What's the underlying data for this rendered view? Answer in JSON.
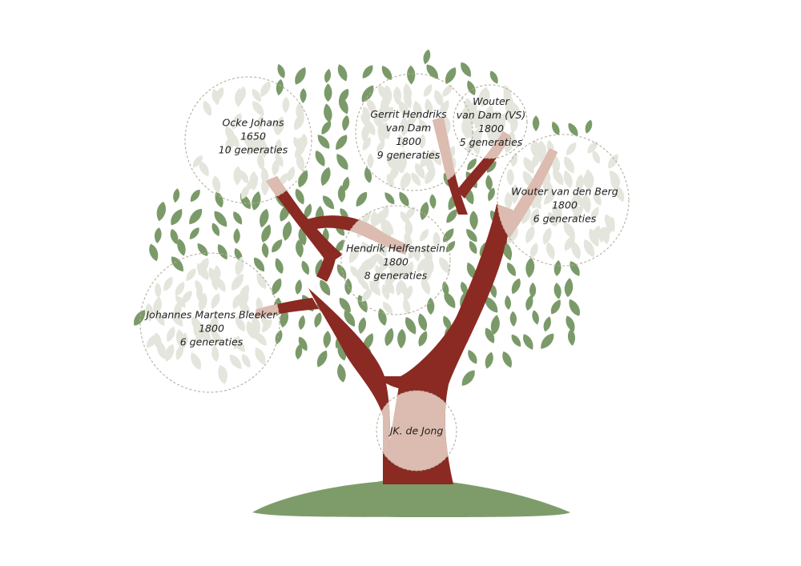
{
  "colors": {
    "trunk": "#8a2a22",
    "highlight": "#dcbcb0",
    "leaf": "#7b9a69",
    "leaf_faded": "#e4e5dc",
    "ground": "#7e9c6a",
    "circle_border": "#b4ae9c",
    "text": "#1e1e1e"
  },
  "icons": {
    "leaf": "leaf-icon",
    "ground": "ground-hill",
    "trunk": "tree-trunk"
  },
  "nodes": [
    {
      "id": "ocke-johans",
      "name": "Ocke Johans",
      "year": "1650",
      "generations": "10 generaties"
    },
    {
      "id": "gerrit-hendriks-van-dam",
      "name_line1": "Gerrit Hendriks",
      "name_line2": "van Dam",
      "year": "1800",
      "generations": "9 generaties"
    },
    {
      "id": "wouter-van-dam",
      "name_line1": "Wouter",
      "name_line2": "van Dam (VS)",
      "year": "1800",
      "generations": "5 generaties"
    },
    {
      "id": "wouter-van-den-berg",
      "name": "Wouter van den Berg",
      "year": "1800",
      "generations": "6 generaties"
    },
    {
      "id": "hendrik-helfenstein",
      "name": "Hendrik Helfenstein",
      "year": "1800",
      "generations": "8 generaties"
    },
    {
      "id": "johannes-martens-bleeker",
      "name": "Johannes Martens Bleeker",
      "year": "1800",
      "generations": "6 generaties"
    },
    {
      "id": "jk-de-jong",
      "name": "JK. de Jong"
    }
  ]
}
